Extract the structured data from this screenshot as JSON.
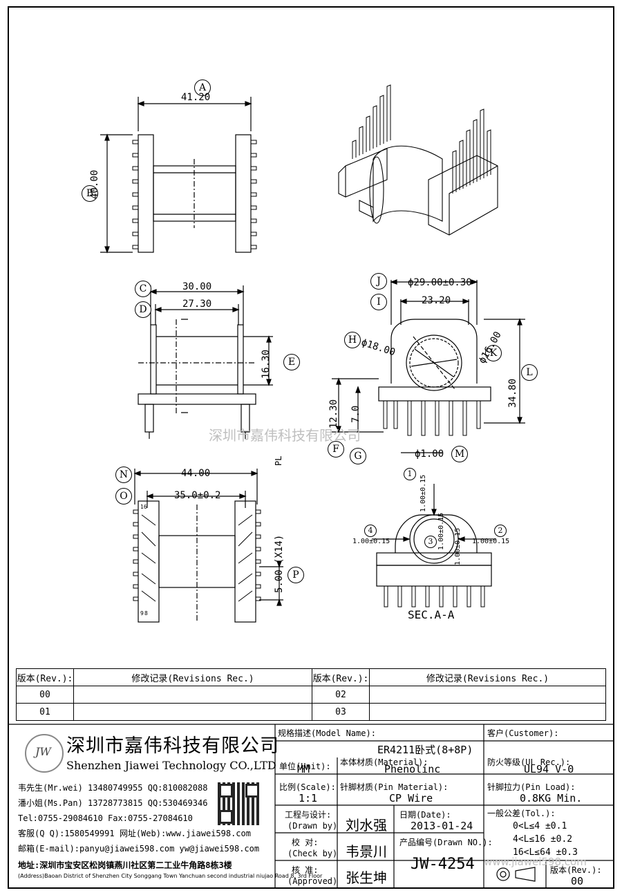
{
  "drawing": {
    "labels": {
      "A": "A",
      "B": "B",
      "C": "C",
      "D": "D",
      "E": "E",
      "F": "F",
      "G": "G",
      "H": "H",
      "I": "I",
      "J": "J",
      "K": "K",
      "L": "L",
      "M": "M",
      "N": "N",
      "O": "O",
      "P": "P"
    },
    "dims": {
      "a": "41.20",
      "b": "40.00",
      "c": "30.00",
      "d": "27.30",
      "e": "16.30",
      "f": "12.30",
      "g": "7.0",
      "j": "ϕ29.00±0.30",
      "i": "23.20",
      "h": "ϕ18.00",
      "k": "ϕ16.00",
      "l": "34.80",
      "m": "ϕ1.00",
      "n": "44.00",
      "o": "35.0±0.2",
      "p": "5.00 (X14)",
      "pl": "PL"
    },
    "pin_labels": {
      "p16": "16",
      "p9": "9",
      "p8": "8"
    },
    "section": {
      "n1": "1",
      "n2": "2",
      "n3": "3",
      "n4": "4",
      "d1": "1.00±0.15",
      "d2": "1.00±0.15",
      "d3": "1.00±0.15",
      "d4": "1.00±0.15",
      "d5": "1.00±0.15",
      "title": "SEC.A-A"
    },
    "watermark": "深圳市嘉伟科技有限公司",
    "watermark2": "www.jiawei598.com"
  },
  "revisions": {
    "header_rev": "版本(Rev.):",
    "header_rec": "修改记录(Revisions Rec.)",
    "rows": [
      {
        "left_rev": "00",
        "left_rec": "",
        "right_rev": "02",
        "right_rec": ""
      },
      {
        "left_rev": "01",
        "left_rec": "",
        "right_rev": "03",
        "right_rec": ""
      }
    ]
  },
  "company": {
    "logo_text": "JW",
    "name_cn": "深圳市嘉伟科技有限公司",
    "name_en": "Shenzhen Jiawei Technology CO.,LTD",
    "contacts": [
      "韦先生(Mr.wei) 13480749955 QQ:810082088",
      "潘小姐(Ms.Pan) 13728773815 QQ:530469346",
      "Tel:0755-29084610     Fax:0755-27084610",
      "客服(Q Q):1580549991   网址(Web):www.jiawei598.com",
      "邮箱(E-mail):panyu@jiawei598.com  yw@jiawei598.com"
    ],
    "address_cn": "地址:深圳市宝安区松岗镇燕川社区第二工业牛角路8栋3楼",
    "address_en": "(Address)Baoan District of Shenzhen City Songgang Town Yanchuan  second industrial niujao Road 8, 3rd Floor"
  },
  "title_block": {
    "model_label": "规格描述(Model Name):",
    "model_value": "ER4211卧式(8+8P)",
    "customer_label": "客户(Customer):",
    "customer_value": "",
    "unit_label": "单位(Unit):",
    "unit_value": "MM",
    "material_label": "本体材质(Material):",
    "material_value": "Phenolinc",
    "ul_label": "防火等级(UL Rec.):",
    "ul_value": "UL94 V-0",
    "scale_label": "比例(Scale):",
    "scale_value": "1:1",
    "pin_material_label": "针脚材质(Pin Material):",
    "pin_material_value": "CP Wire",
    "pin_load_label": "针脚拉力(Pin Load):",
    "pin_load_value": "0.8KG Min.",
    "drawn_label": "工程与设计:",
    "drawn_label2": "(Drawn by)",
    "drawn_value": "刘水强",
    "date_label": "日期(Date):",
    "date_value": "2013-01-24",
    "tol_label": "一般公差(Tol.):",
    "tol_rows": [
      "0<L≤4    ±0.1",
      "4<L≤16   ±0.2",
      "16<L≤64  ±0.3"
    ],
    "check_label": "校  对:",
    "check_label2": "(Check by)",
    "check_value": "韦景川",
    "drawn_no_label": "产品编号(Drawn NO.):",
    "drawn_no_value": "JW-4254",
    "approve_label": "核  准:",
    "approve_label2": "(Approved)",
    "approve_value": "张生坤",
    "rev_label": "版本(Rev.):",
    "rev_value": "00"
  }
}
